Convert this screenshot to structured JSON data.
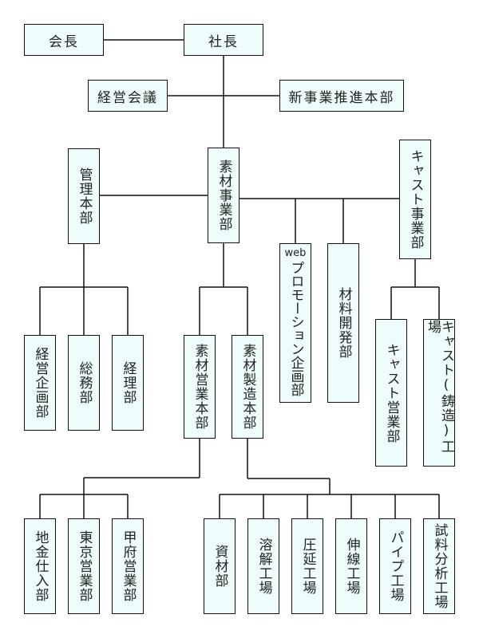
{
  "org_chart": {
    "chairman": "会長",
    "president": "社長",
    "management_meeting": "経営会議",
    "new_business_hq": "新事業推進本部",
    "admin_hq": {
      "label": "管理本部",
      "children": [
        "経営企画部",
        "総務部",
        "経理部"
      ]
    },
    "materials_division": {
      "label": "素材事業部",
      "staff": {
        "web_promotion": {
          "prefix": "web",
          "label": "プロモーション企画部"
        },
        "materials_dev": "材料開発部"
      },
      "sales_hq": {
        "label": "素材営業本部",
        "children": [
          "地金仕入部",
          "東京営業部",
          "甲府営業部"
        ]
      },
      "manufacturing_hq": {
        "label": "素材製造本部",
        "children": [
          "資材部",
          "溶解工場",
          "圧延工場",
          "伸線工場",
          "パイプ工場",
          "試料分析工場"
        ]
      }
    },
    "cast_division": {
      "label": "キャスト事業部",
      "children": [
        "キャスト営業部",
        "キャスト(鋳造)工場"
      ]
    }
  },
  "colors": {
    "box_fill": "#eefcfc",
    "line": "#111111"
  }
}
